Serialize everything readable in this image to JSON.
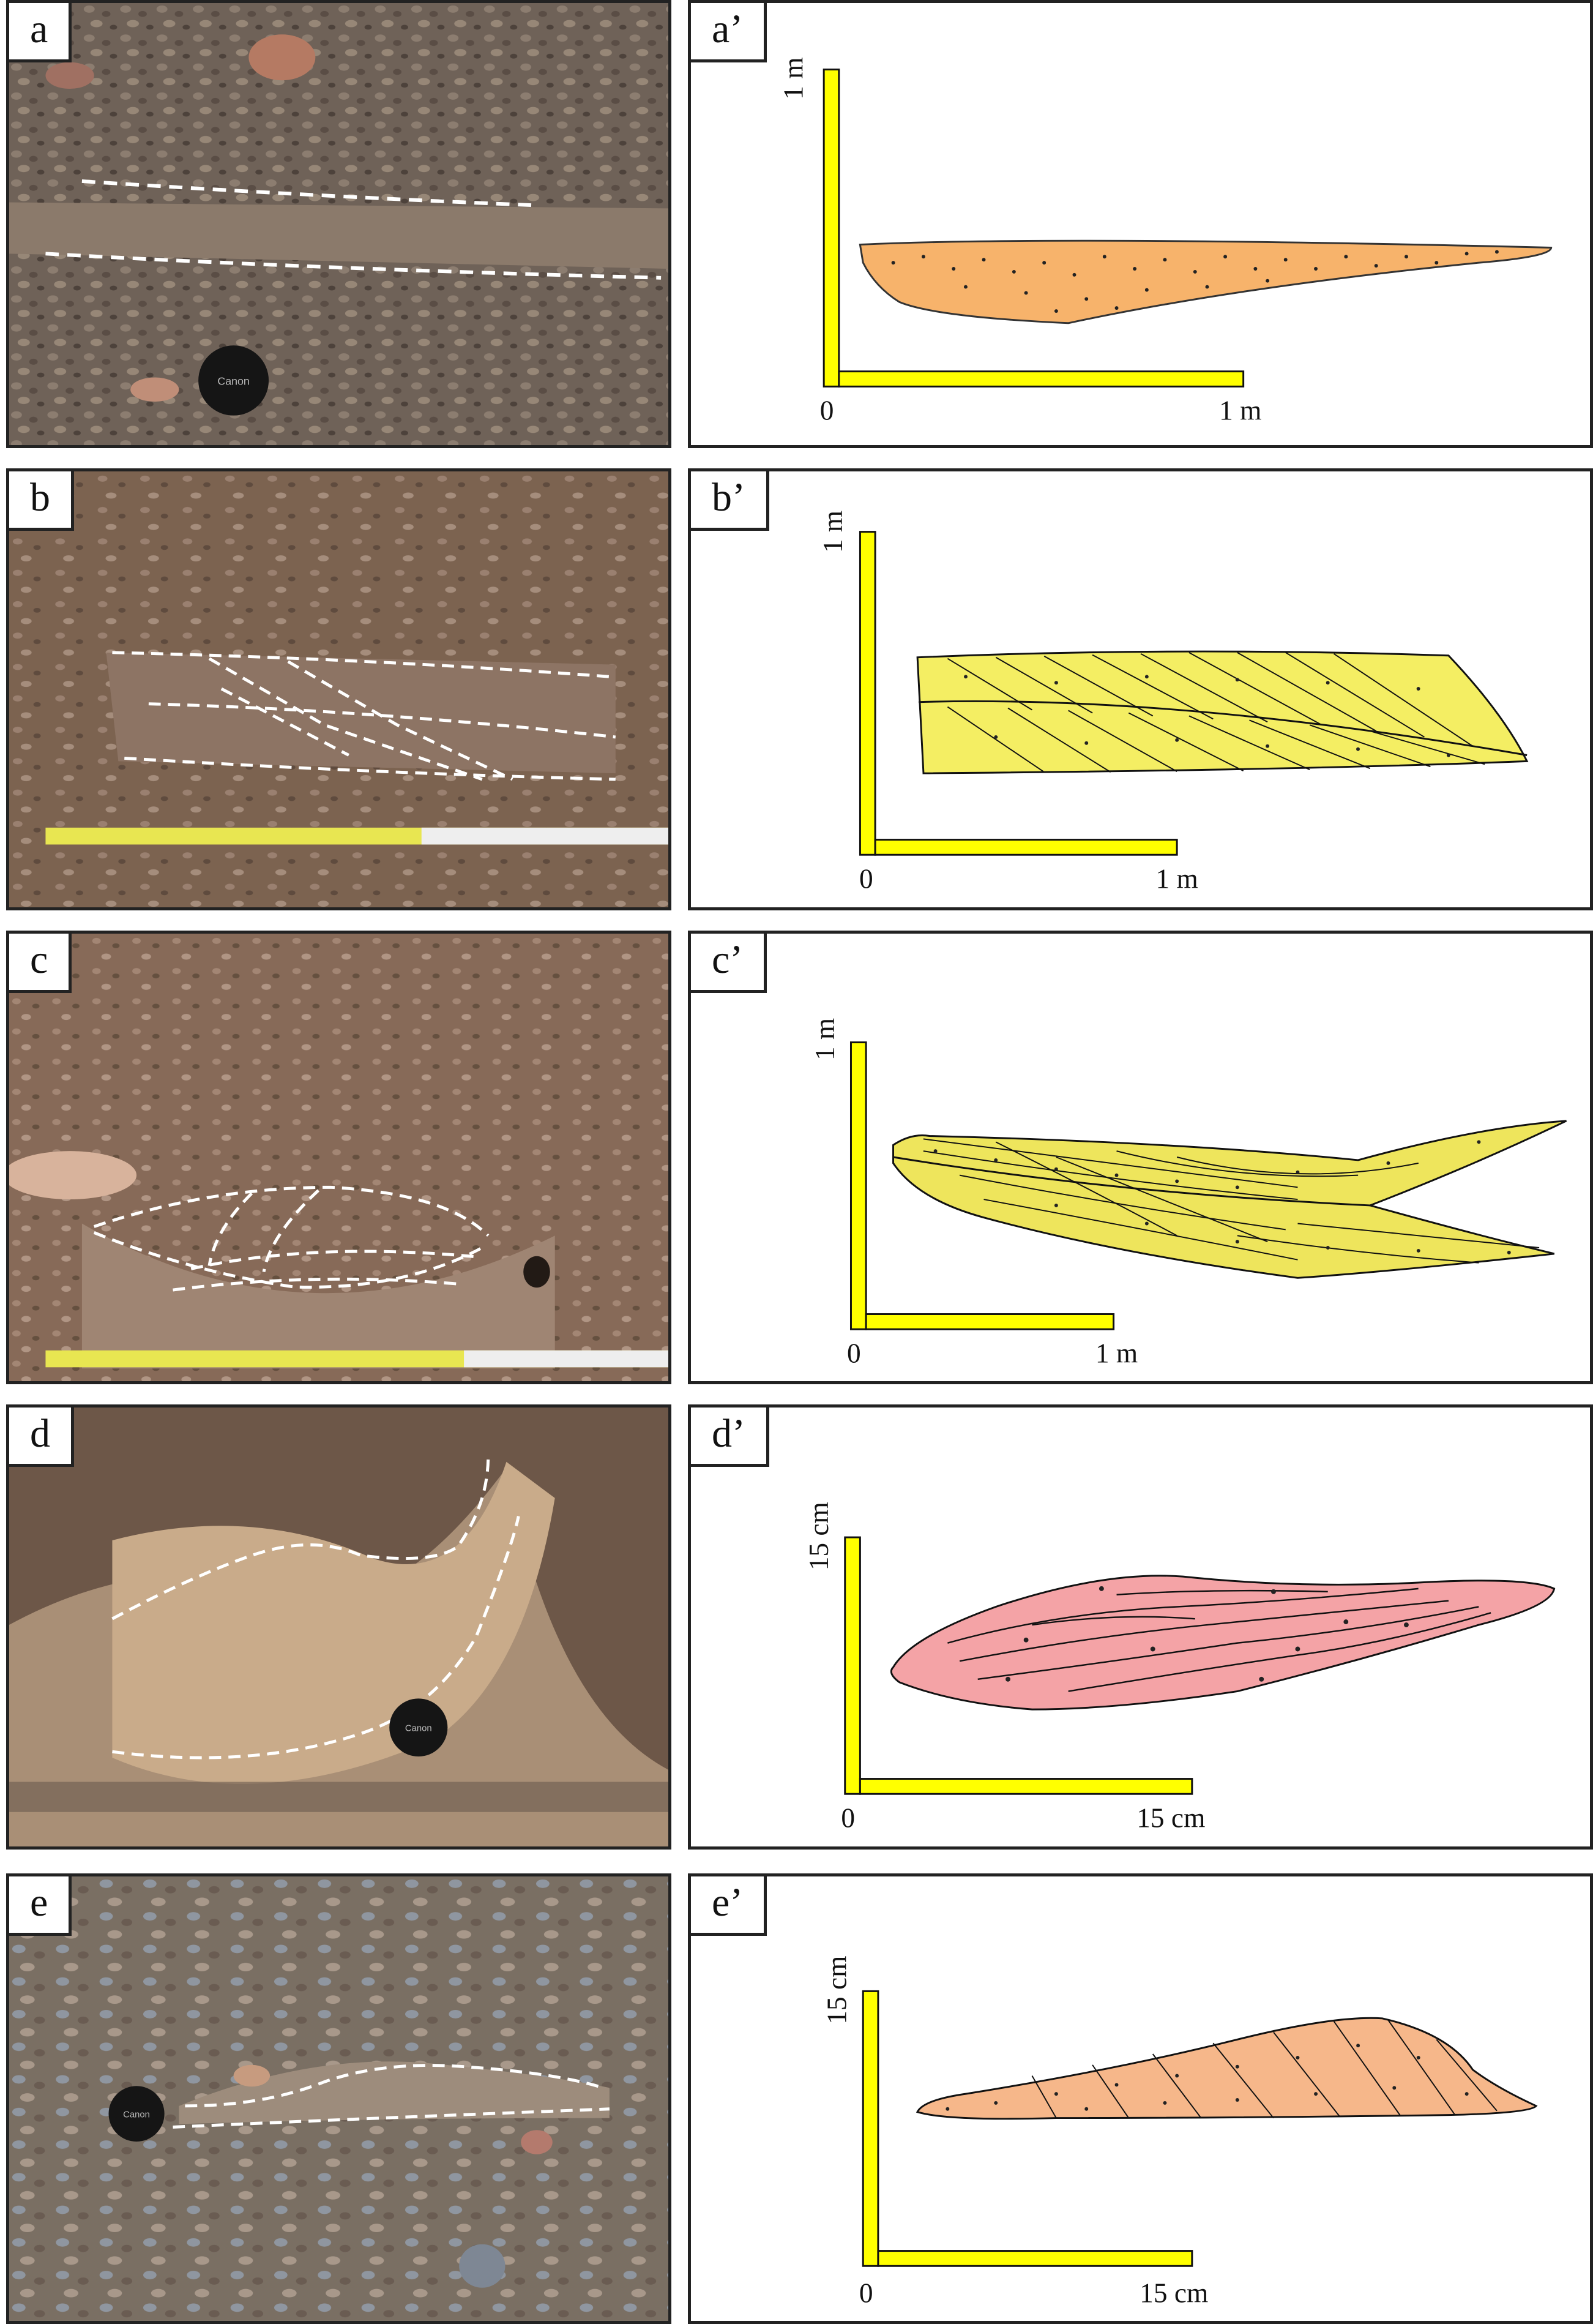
{
  "panels": [
    {
      "photo_label": "a",
      "sketch_label": "a’",
      "v_scale": "1 m",
      "origin": "0",
      "h_scale": "1 m",
      "sample_color": "#f7b36b"
    },
    {
      "photo_label": "b",
      "sketch_label": "b’",
      "v_scale": "1 m",
      "origin": "0",
      "h_scale": "1 m",
      "sample_color": "#f4ee63"
    },
    {
      "photo_label": "c",
      "sketch_label": "c’",
      "v_scale": "1 m",
      "origin": "0",
      "h_scale": "1 m",
      "sample_color": "#eee55c"
    },
    {
      "photo_label": "d",
      "sketch_label": "d’",
      "v_scale": "15 cm",
      "origin": "0",
      "h_scale": "15 cm",
      "sample_color": "#f4a3a6"
    },
    {
      "photo_label": "e",
      "sketch_label": "e’",
      "v_scale": "15 cm",
      "origin": "0",
      "h_scale": "15 cm",
      "sample_color": "#f6b78a"
    }
  ],
  "photo_texts": {
    "lens_cap": "Canon"
  },
  "colors": {
    "scale_bar": "#ffff00",
    "scale_bar_edge": "#111111",
    "dashed_trace": "#ffffff"
  }
}
